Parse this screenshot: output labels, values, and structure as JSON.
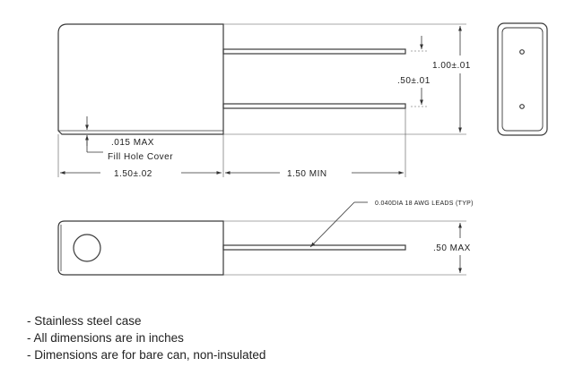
{
  "colors": {
    "line": "#3a3a3a",
    "text": "#222222",
    "background": "#ffffff"
  },
  "dimensions": {
    "fill_hole_max": ".015 MAX",
    "fill_hole_label": "Fill Hole Cover",
    "body_length": "1.50±.02",
    "lead_length": "1.50 MIN",
    "height": "1.00±.01",
    "lead_spacing": ".50±.01",
    "leads_note": "0.040DIA 18 AWG LEADS (TYP)",
    "thickness": ".50 MAX"
  },
  "notes": [
    "Stainless steel case",
    "All dimensions are in inches",
    "Dimensions are for bare can, non-insulated"
  ]
}
